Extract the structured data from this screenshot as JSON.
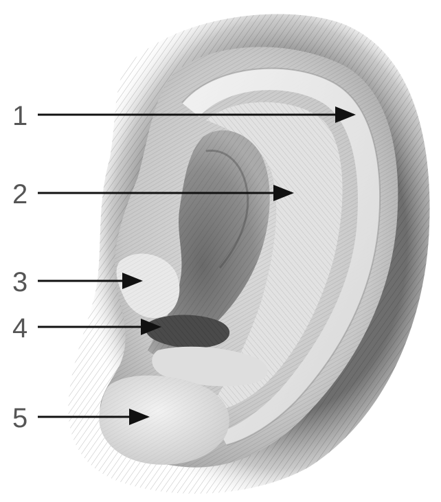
{
  "diagram": {
    "labels": [
      {
        "number": "1"
      },
      {
        "number": "2"
      },
      {
        "number": "3"
      },
      {
        "number": "4"
      },
      {
        "number": "5"
      }
    ]
  },
  "colors": {
    "background": "#ffffff",
    "arrow": "#111111",
    "number_text": "#555555",
    "skin_light": "#eeeeee",
    "skin_mid": "#b4b4b4",
    "skin_dark": "#4a4a4a"
  }
}
